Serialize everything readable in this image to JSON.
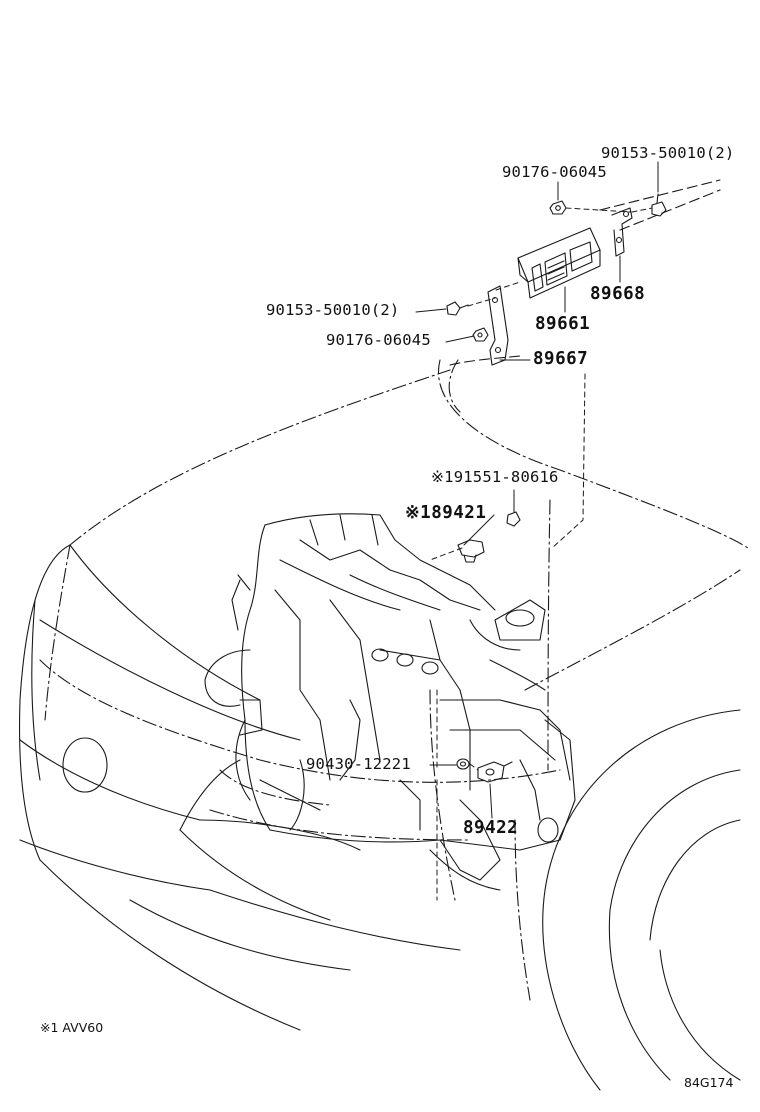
{
  "colors": {
    "line": "#1a1a1a",
    "background": "#ffffff"
  },
  "labels": {
    "top_bolt": "90153-50010(2)",
    "top_nut": "90176-06045",
    "bracket_right": "89668",
    "left_bolt": "90153-50010(2)",
    "ecu": "89661",
    "left_nut": "90176-06045",
    "bracket_left": "89667",
    "sensor_bolt": "※191551-80616",
    "sensor_upper": "※189421",
    "washer": "90430-12221",
    "sensor_lower": "89422"
  },
  "footnote": "※1 AVV60",
  "figure_code": "84G174"
}
